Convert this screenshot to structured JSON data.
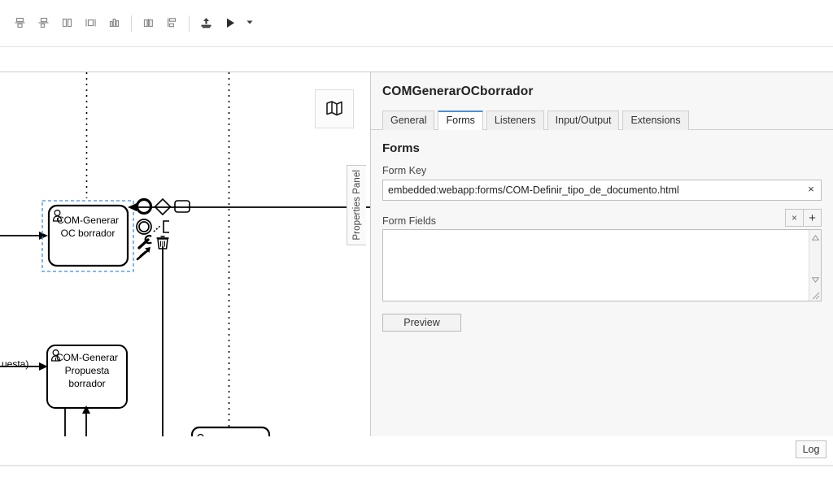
{
  "toolbar": {
    "buttons": [
      {
        "name": "align-top-icon",
        "label": "Align top"
      },
      {
        "name": "align-bottom-icon",
        "label": "Align bottom"
      },
      {
        "name": "align-left-icon",
        "label": "Align left"
      },
      {
        "name": "align-center-icon",
        "label": "Align center"
      },
      {
        "name": "align-right-icon",
        "label": "Align right"
      },
      {
        "name": "distribute-horizontal-icon",
        "label": "Distribute horizontally"
      },
      {
        "name": "distribute-vertical-icon",
        "label": "Distribute vertically"
      },
      {
        "name": "deploy-upload-icon",
        "label": "Deploy"
      },
      {
        "name": "run-play-icon",
        "label": "Start process"
      },
      {
        "name": "dropdown-caret-icon",
        "label": "More"
      }
    ]
  },
  "canvas": {
    "minimap_toggle": "map-icon",
    "tasks": [
      {
        "id": "task-com-generar-oc-borrador",
        "lines": [
          "COM-Generar",
          "OC borrador"
        ],
        "selected": true,
        "marker": "user-task-icon"
      },
      {
        "id": "task-com-generar-propuesta-borrador",
        "lines": [
          "COM-Generar",
          "Propuesta",
          "borrador"
        ],
        "selected": false,
        "marker": "user-task-icon"
      }
    ],
    "edge_labels": [
      "uesta)"
    ],
    "context_pad": [
      {
        "name": "append-end-event-icon",
        "label": "Append EndEvent"
      },
      {
        "name": "append-gateway-icon",
        "label": "Append Gateway"
      },
      {
        "name": "append-task-icon",
        "label": "Append Task"
      },
      {
        "name": "append-intermediate-event-icon",
        "label": "Append Intermediate/Boundary Event"
      },
      {
        "name": "append-text-annotation-icon",
        "label": "Append TextAnnotation"
      },
      {
        "name": "change-type-wrench-icon",
        "label": "Change type"
      },
      {
        "name": "delete-trash-icon",
        "label": "Remove"
      },
      {
        "name": "connect-arrow-icon",
        "label": "Connect"
      }
    ]
  },
  "properties_panel": {
    "collapse_tab_label": "Properties Panel",
    "title": "COMGenerarOCborrador",
    "tabs": [
      {
        "label": "General",
        "active": false
      },
      {
        "label": "Forms",
        "active": true
      },
      {
        "label": "Listeners",
        "active": false
      },
      {
        "label": "Input/Output",
        "active": false
      },
      {
        "label": "Extensions",
        "active": false
      }
    ],
    "forms": {
      "section_title": "Forms",
      "form_key_label": "Form Key",
      "form_key_value": "embedded:webapp:forms/COM-Definir_tipo_de_documento.html",
      "form_key_placeholder": "",
      "form_key_clear": "×",
      "form_fields_label": "Form Fields",
      "form_fields_remove": "×",
      "form_fields_add": "+",
      "form_fields_items": [],
      "preview_label": "Preview"
    }
  },
  "footer": {
    "log_label": "Log"
  },
  "colors": {
    "accent": "#4a90d9",
    "selection": "#1e90ff",
    "panel_bg": "#f7f7f7",
    "border": "#cccccc",
    "text": "#333333"
  }
}
